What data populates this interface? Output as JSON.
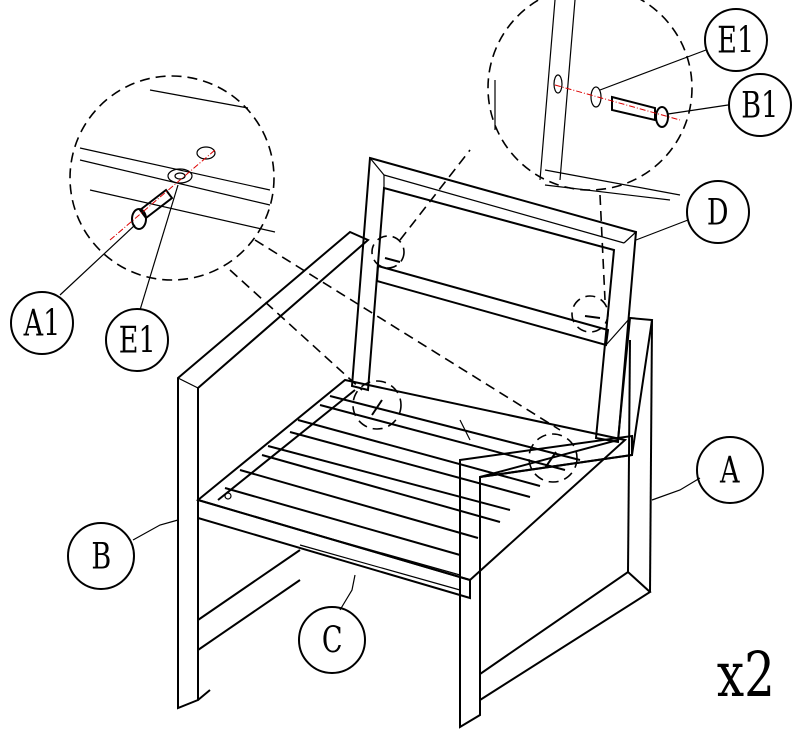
{
  "labels": {
    "e1_top": "E1",
    "b1": "B1",
    "d": "D",
    "a1": "A1",
    "e1_left": "E1",
    "a": "A",
    "b": "B",
    "c": "C"
  },
  "quantity": "x2"
}
